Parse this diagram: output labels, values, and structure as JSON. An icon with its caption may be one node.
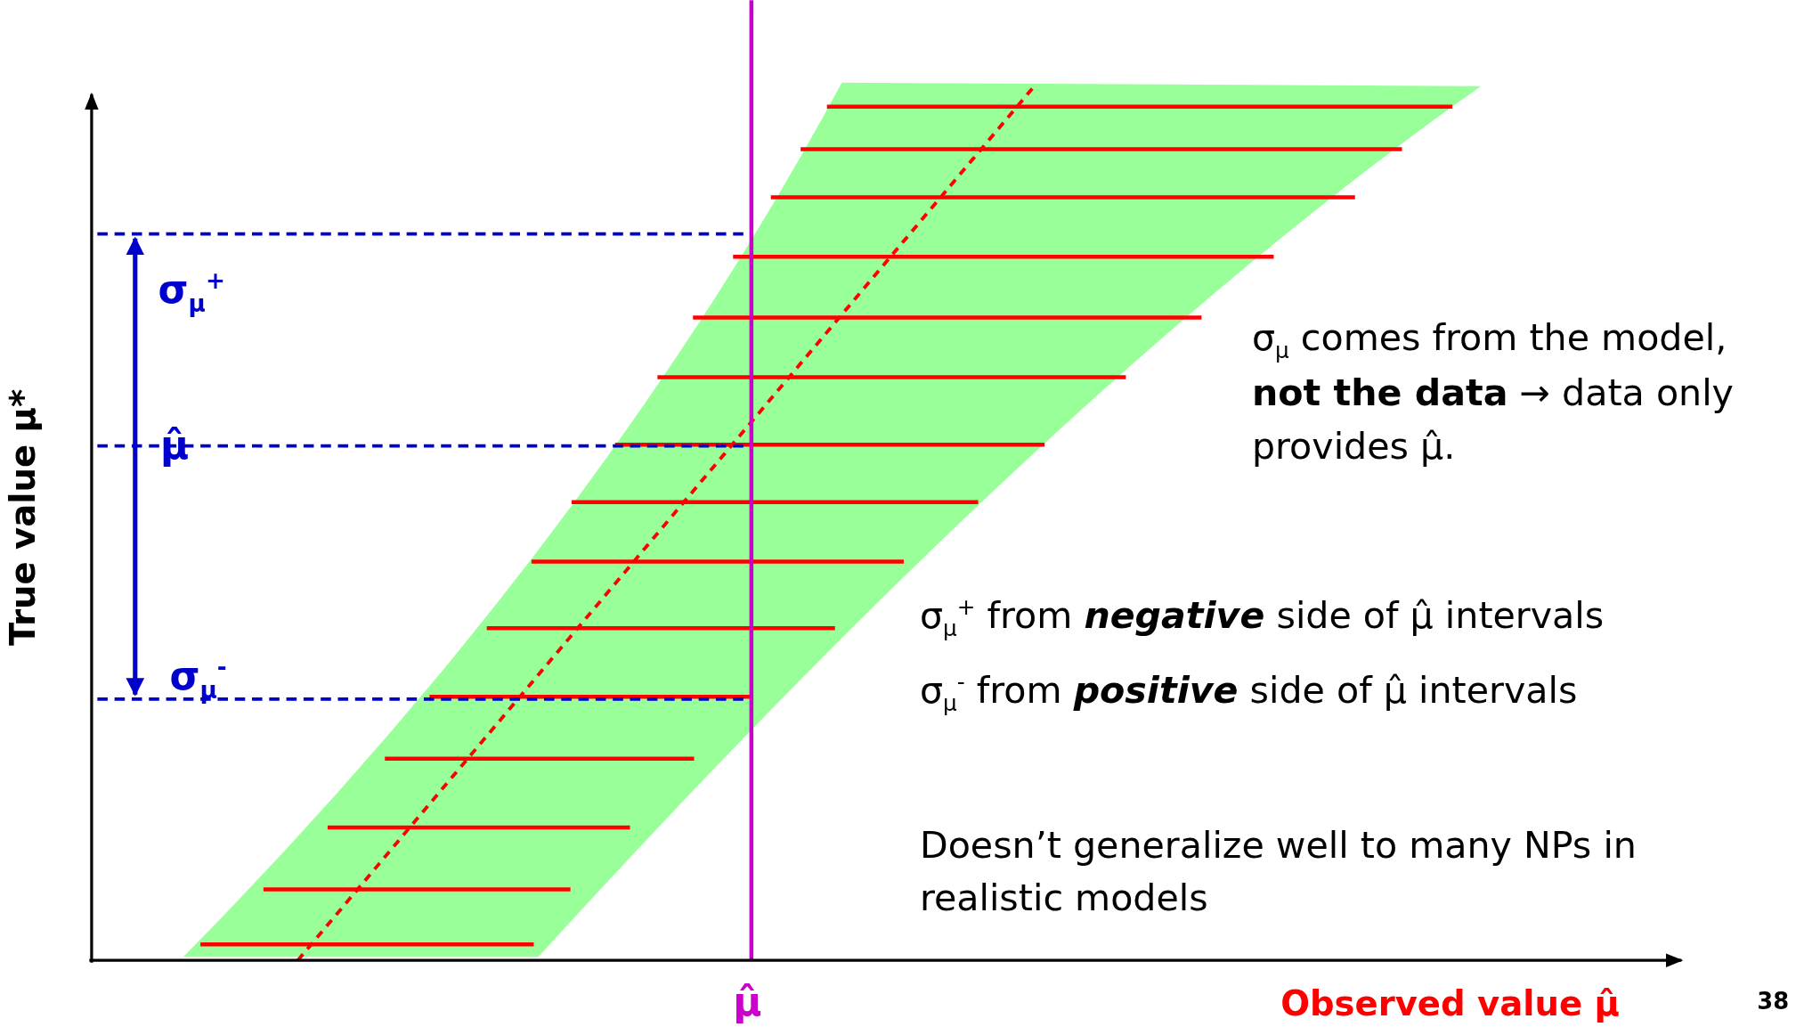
{
  "diagram": {
    "labels": [
      "True value μ*",
      "σ$_{μ}$$^{+}$",
      "σ$_{μ}$ comes from the model, **not the data** → data only provides μ̂.",
      "μ̂",
      "σ$_{μ}$$^{+}$ from **negative** side of μ̂ intervals",
      "σ$_{μ}$$^{-}$",
      "σ$_{μ}$$^{-}$ from **positive** side of μ̂ intervals",
      "Doesn’t generalize well to many NPs in realistic models",
      "μ̂",
      "Observed value μ̂",
      "38"
    ]
  }
}
